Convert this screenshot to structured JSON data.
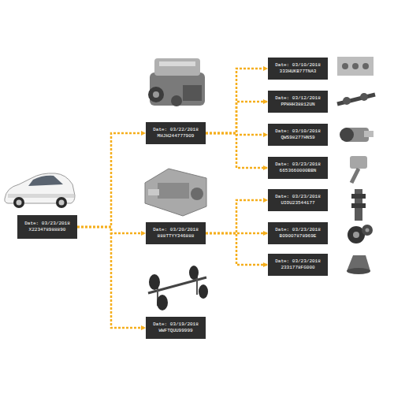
{
  "diagram": {
    "nodes": [
      {
        "text": [
          "Date: 03/23/2018",
          "X223478988890"
        ]
      },
      {
        "text": [
          "Date: 03/22/2018",
          "MHJH244777909"
        ]
      },
      {
        "text": [
          "Date: 03/10/2018",
          "333HUKB77TNA3"
        ]
      },
      {
        "text": [
          "Date: 03/12/2018",
          "PPHHH38812UN"
        ]
      },
      {
        "text": [
          "Date: 03/10/2018",
          "QWS98277HNS9"
        ]
      },
      {
        "text": [
          "Date: 03/23/2018",
          "6653660000BBN"
        ]
      },
      {
        "text": [
          "Date: 03/20/2018",
          "888TTYY346888"
        ]
      },
      {
        "text": [
          "Date: 03/23/2018",
          "UIOU23544177"
        ]
      },
      {
        "text": [
          "Date: 03/23/2018",
          "B09007878969E"
        ]
      },
      {
        "text": [
          "Date: 03/23/2018",
          "2331778FG000"
        ]
      },
      {
        "text": [
          "Date: 03/19/2018",
          "WWFTQUU99999"
        ]
      }
    ],
    "edges": [
      {
        "from": 0,
        "to": 1,
        "arrow": "to"
      },
      {
        "from": 0,
        "to": 6,
        "arrow": "to"
      },
      {
        "from": 0,
        "to": 10,
        "arrow": "to"
      },
      {
        "from": 1,
        "to": 2,
        "arrow": "to"
      },
      {
        "from": 1,
        "to": 3,
        "arrow": "to"
      },
      {
        "from": 1,
        "to": 4,
        "arrow": "to"
      },
      {
        "from": 1,
        "to": 5,
        "arrow": "to"
      },
      {
        "from": 6,
        "to": 7,
        "arrow": "to"
      },
      {
        "from": 6,
        "to": 8,
        "arrow": "to"
      },
      {
        "from": 6,
        "to": 9,
        "arrow": "to"
      }
    ]
  }
}
